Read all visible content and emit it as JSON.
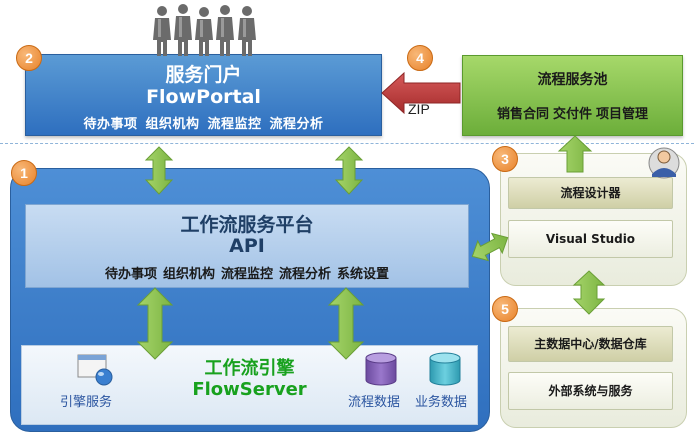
{
  "portal": {
    "title": "服务门户",
    "subtitle": "FlowPortal",
    "items": [
      "待办事项",
      "组织机构",
      "流程监控",
      "流程分析"
    ]
  },
  "pool": {
    "title": "流程服务池",
    "items": [
      "销售合同",
      "交付件",
      "项目管理"
    ]
  },
  "zip_label": "ZIP",
  "platform": {
    "title": "工作流服务平台",
    "subtitle": "API",
    "items": [
      "待办事项",
      "组织机构",
      "流程监控",
      "流程分析",
      "系统设置"
    ]
  },
  "engine": {
    "title": "工作流引擎",
    "subtitle": "FlowServer",
    "service_label": "引擎服务",
    "db_labels": [
      "流程数据",
      "业务数据"
    ]
  },
  "designer_panel": {
    "items": [
      "流程设计器",
      "Visual Studio"
    ]
  },
  "external_panel": {
    "items": [
      "主数据中心/数据仓库",
      "外部系统与服务"
    ]
  },
  "badges": [
    "1",
    "2",
    "3",
    "4",
    "5"
  ],
  "colors": {
    "portal_blue": "#2e6fbf",
    "pool_green": "#6cae3a",
    "arrow_green": "#8cc152",
    "arrow_red": "#c0393b",
    "badge_orange": "#e8822a",
    "engine_text": "#18a11e"
  },
  "icons": [
    "people-icon",
    "server-monitor-icon",
    "database-icon",
    "user-icon"
  ]
}
